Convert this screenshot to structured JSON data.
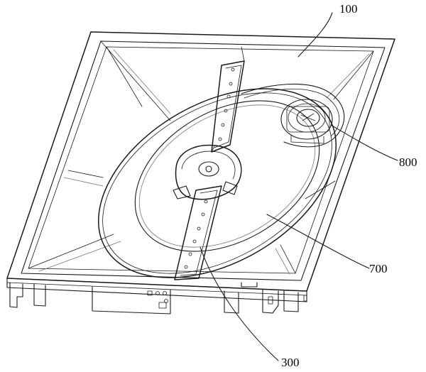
{
  "figure": {
    "labels": {
      "housing": "100",
      "arm": "300",
      "turntable": "700",
      "drive": "800"
    }
  }
}
